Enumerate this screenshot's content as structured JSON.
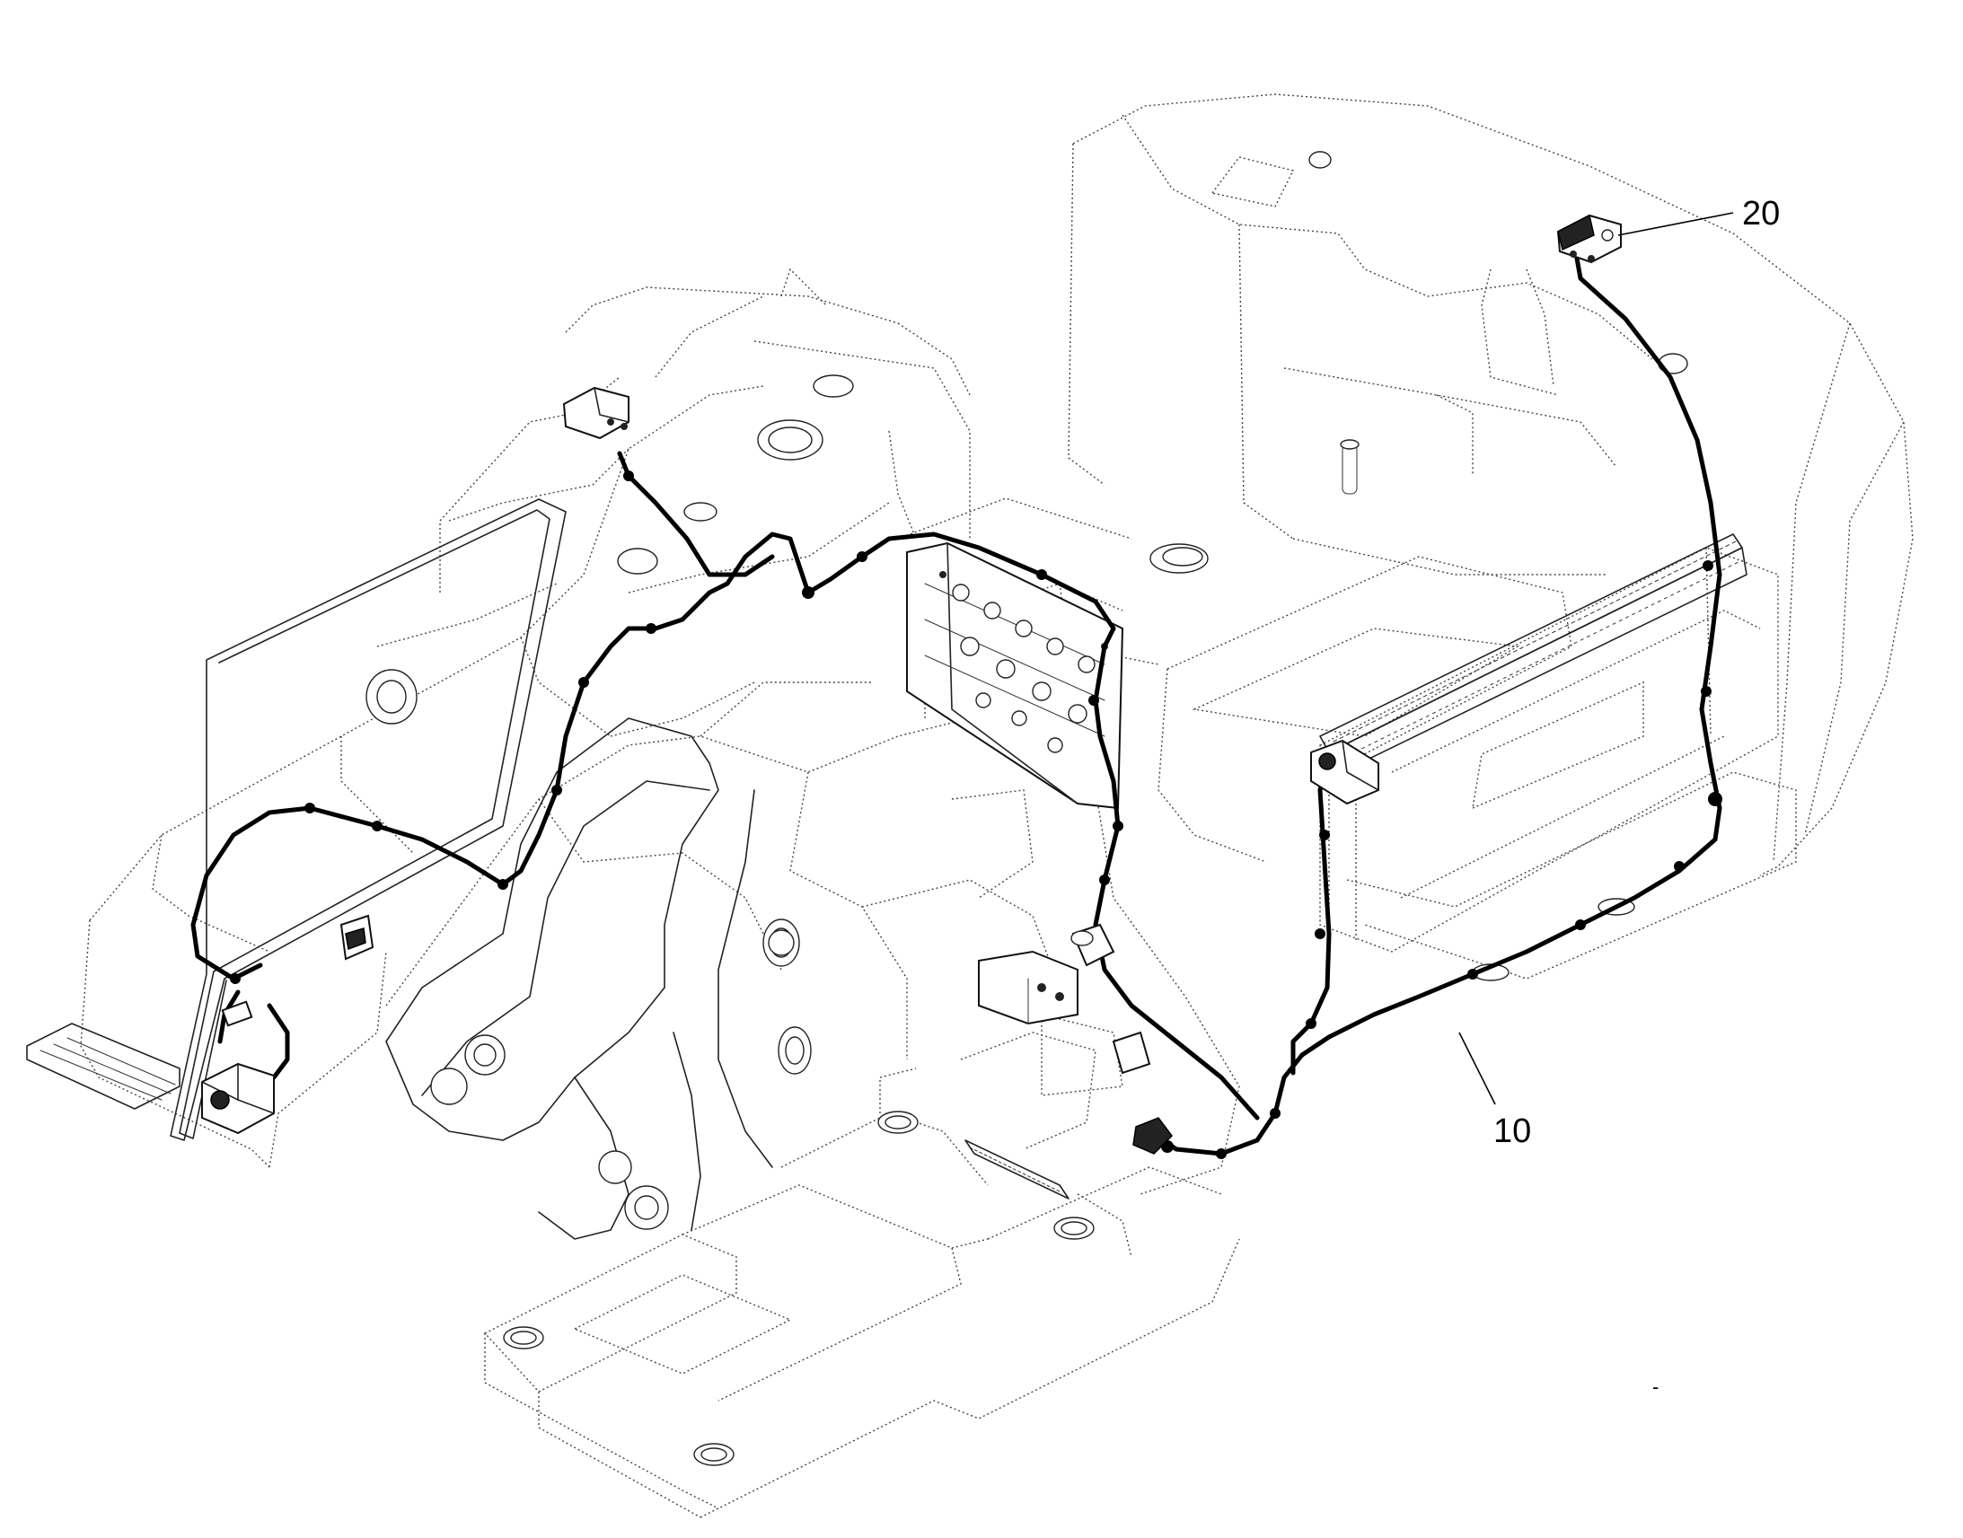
{
  "callouts": [
    {
      "id": "10",
      "label": "10"
    },
    {
      "id": "20",
      "label": "20"
    }
  ],
  "corner_mark": "-"
}
